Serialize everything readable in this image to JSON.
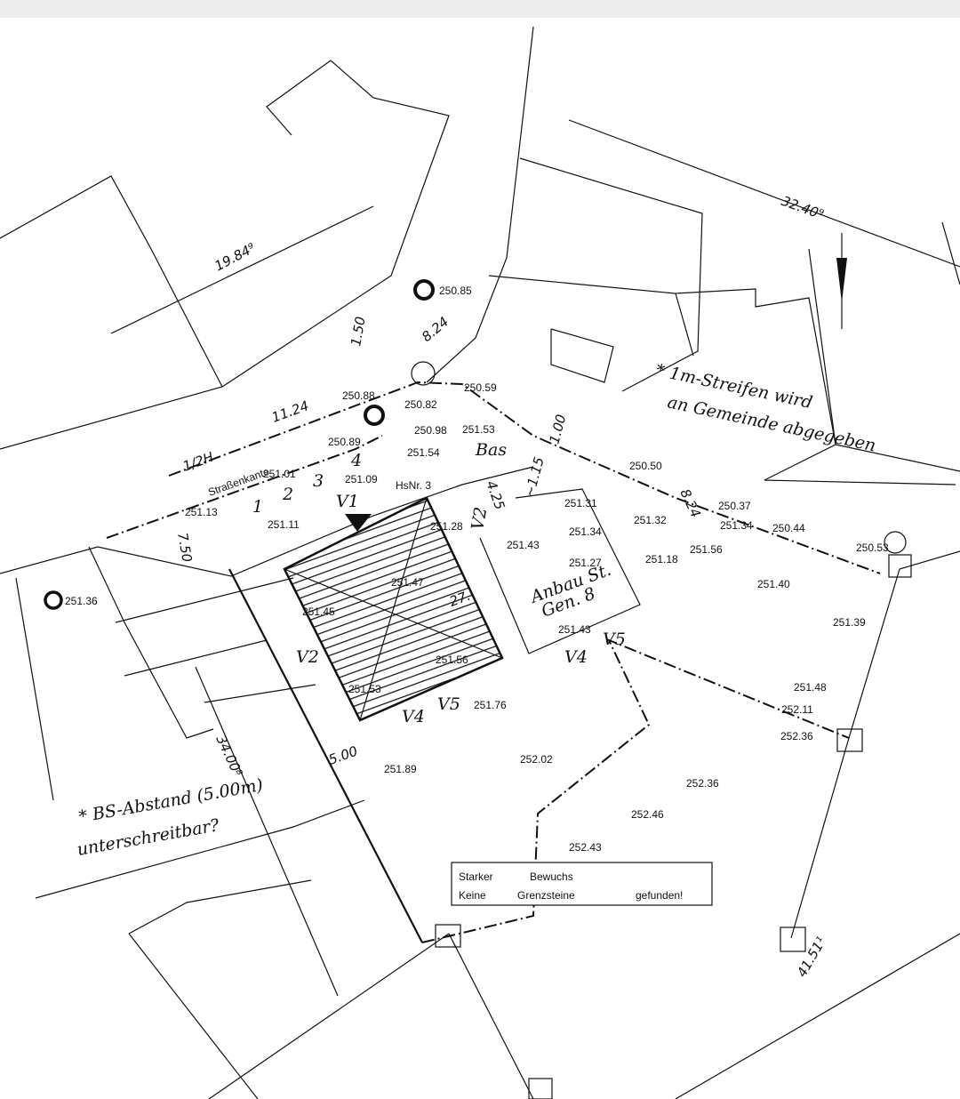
{
  "elevations": [
    "250.85",
    "250.88",
    "250.82",
    "250.59",
    "250.98",
    "251.53",
    "251.54",
    "250.89",
    "251.01",
    "251.09",
    "251.13",
    "251.11",
    "251.28",
    "251.43",
    "251.31",
    "251.34",
    "251.27",
    "251.32",
    "251.18",
    "251.56",
    "250.50",
    "250.37",
    "251.34",
    "250.44",
    "250.53",
    "251.40",
    "251.39",
    "251.47",
    "251.45",
    "251.36",
    "251.48",
    "252.11",
    "252.36",
    "251.56",
    "251.53",
    "251.76",
    "251.89",
    "252.02",
    "252.36",
    "252.46",
    "252.43",
    "251.43"
  ],
  "dimensions": {
    "d1": "19.84⁹",
    "d2": "32.40⁹",
    "d3": "8.24",
    "d4": "1.50",
    "d5": "11.24",
    "d6": "1/2H",
    "d7": "7.50",
    "d8": "5.00",
    "d9": "34.00⁸",
    "d10": "41.51¹",
    "d11": "1.00",
    "d12": "~1.15",
    "d13": "4.25",
    "d14": "8.24",
    "d15": "27."
  },
  "labels": {
    "street_edge": "Straßenkante",
    "house_no": "HsNr. 3"
  },
  "note_box": {
    "line1_a": "Starker",
    "line1_b": "Bewuchs",
    "line2_a": "Keine",
    "line2_b": "Grenzsteine",
    "line2_c": "gefunden!"
  },
  "handwritten": {
    "strip_1": "* 1m-Streifen wird",
    "strip_2": "an Gemeinde abgegeben",
    "bs_1": "* BS-Abstand (5.00m)",
    "bs_2": "unterschreitbar?",
    "annex_1": "Anbau St.",
    "annex_2": "Gen. 8",
    "bas": "Bas",
    "v1": "V1",
    "v2": "V2",
    "v3": "V2",
    "v4": "V4",
    "v5": "V5",
    "v4b": "V4",
    "v5b": "V5",
    "p1": "1",
    "p2": "2",
    "p3": "3",
    "p4": "4"
  }
}
